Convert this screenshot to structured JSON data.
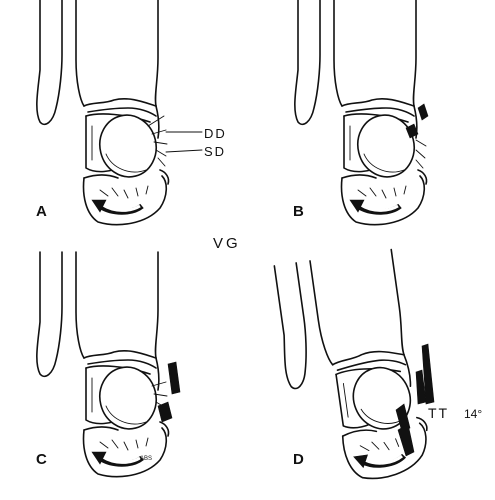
{
  "figure": {
    "panels": [
      {
        "id": "A",
        "label": "A"
      },
      {
        "id": "B",
        "label": "B"
      },
      {
        "id": "C",
        "label": "C"
      },
      {
        "id": "D",
        "label": "D"
      }
    ],
    "ligament_labels": {
      "dd": "DD",
      "sd": "SD"
    },
    "center_label": "VG",
    "tilt_label": "TT",
    "tilt_angle": "14°",
    "artist_initials": "ABS"
  }
}
